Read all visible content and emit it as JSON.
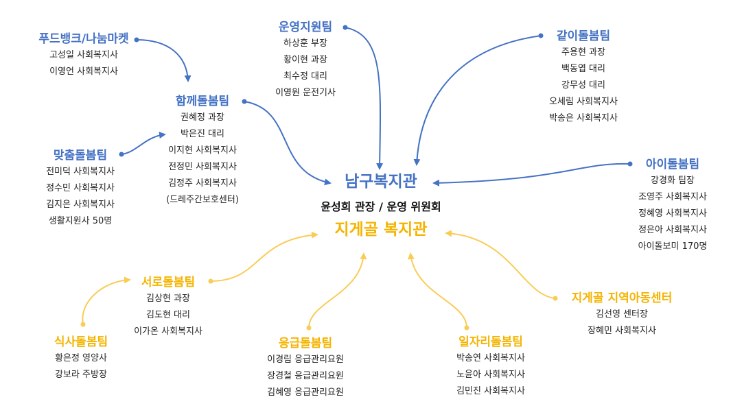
{
  "center": {
    "name": "남구복지관",
    "subtitle": "윤성희 관장 / 운영 위원회",
    "alt_name": "지게골 복지관"
  },
  "colors": {
    "blue": "#4472c4",
    "gold": "#f5b400"
  },
  "teams": [
    {
      "id": "food-bank",
      "color": "blue",
      "title": "푸드뱅크/나눔마켓",
      "members": [
        "고성일 사회복지사",
        "이영언 사회복지사"
      ]
    },
    {
      "id": "operations-support",
      "color": "blue",
      "title": "운영지원팀",
      "members": [
        "하상훈 부장",
        "황이현 과장",
        "최수정 대리",
        "이영원 운전기사"
      ]
    },
    {
      "id": "together-care-blue",
      "color": "blue",
      "title": "같이돌봄팀",
      "members": [
        "주용현 과장",
        "백동엽 대리",
        "강무성 대리",
        "오세림 사회복지사",
        "박송은 사회복지사"
      ]
    },
    {
      "id": "together-care",
      "color": "blue",
      "title": "함께돌봄팀",
      "members": [
        "권혜정 과장",
        "박은진 대리",
        "이지현 사회복지사",
        "전정민 사회복지사",
        "김정주 사회복지사",
        "(드레주간보호센터)"
      ]
    },
    {
      "id": "custom-care",
      "color": "blue",
      "title": "맞춤돌봄팀",
      "members": [
        "전미덕 사회복지사",
        "정수민 사회복지사",
        "김지은 사회복지사",
        "생활지원사 50명"
      ]
    },
    {
      "id": "child-care",
      "color": "blue",
      "title": "아이돌봄팀",
      "members": [
        "강경화 팀장",
        "조영주 사회복지사",
        "정혜영 사회복지사",
        "정은아 사회복지사",
        "아이돌보미 170명"
      ]
    },
    {
      "id": "mutual-care",
      "color": "gold",
      "title": "서로돌봄팀",
      "members": [
        "김상현 과장",
        "김도현 대리",
        "이가온 사회복지사"
      ]
    },
    {
      "id": "meal-care",
      "color": "gold",
      "title": "식사돌봄팀",
      "members": [
        "황은정 영양사",
        "강보라 주방장"
      ]
    },
    {
      "id": "emergency-care",
      "color": "gold",
      "title": "응급돌봄팀",
      "members": [
        "이경림 응급관리요원",
        "장경철 응급관리요원",
        "김혜영 응급관리요원"
      ]
    },
    {
      "id": "job-care",
      "color": "gold",
      "title": "일자리돌봄팀",
      "members": [
        "박송연 사회복지사",
        "노윤아 사회복지사",
        "김민진 사회복지사"
      ]
    },
    {
      "id": "children-center",
      "color": "gold",
      "title": "지게골 지역아동센터",
      "members": [
        "김선영 센터장",
        "장혜민 사회복지사"
      ]
    }
  ]
}
